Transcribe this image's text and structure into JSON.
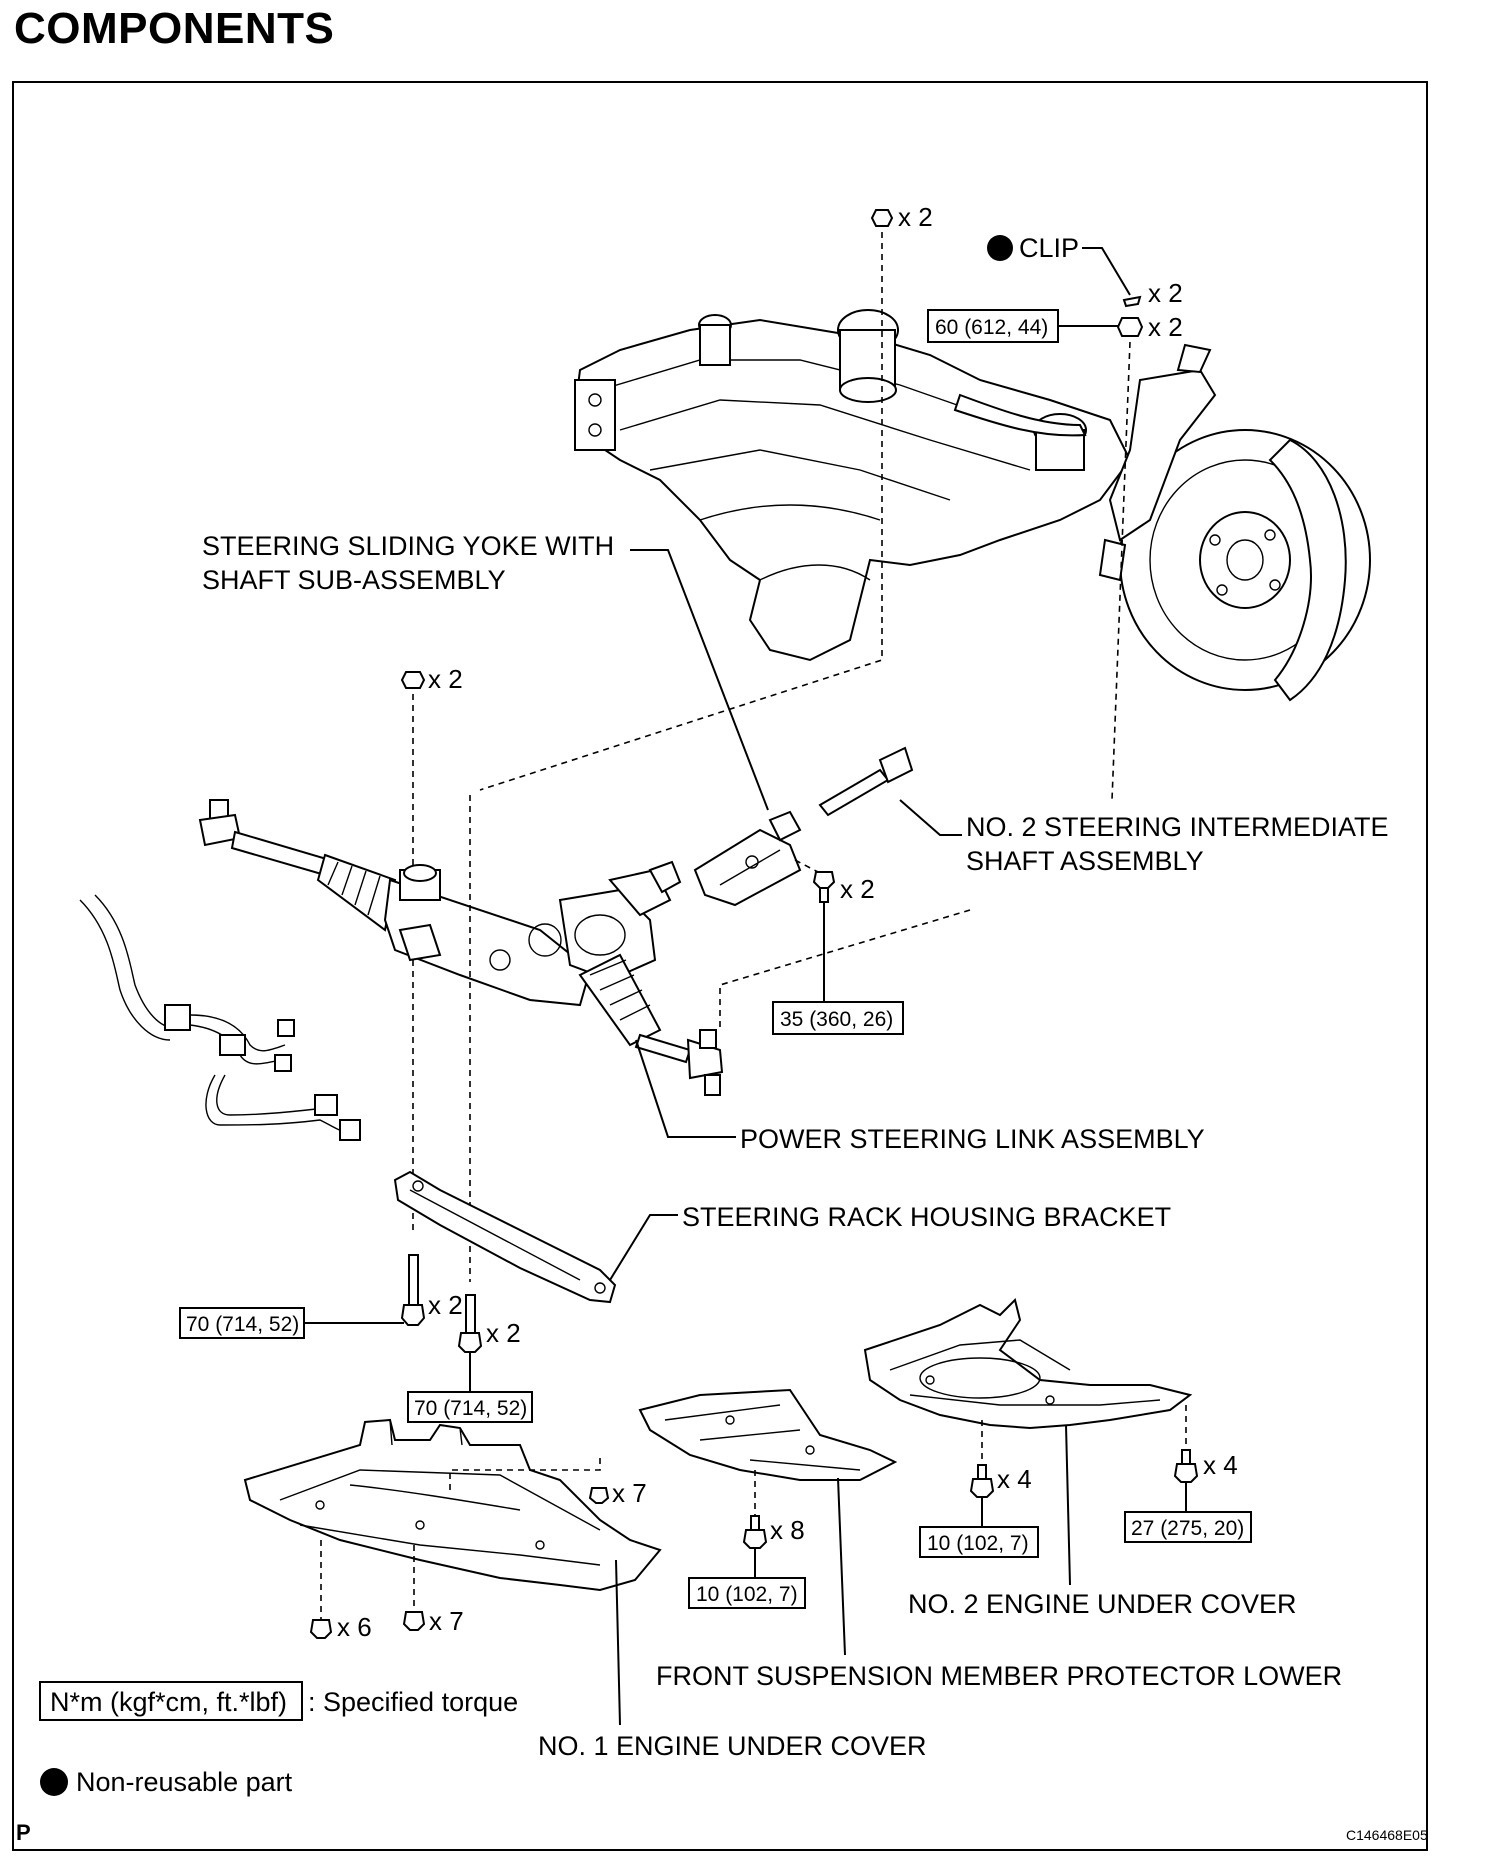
{
  "title": "COMPONENTS",
  "labels": {
    "yoke": [
      "STEERING SLIDING YOKE WITH",
      "SHAFT SUB-ASSEMBLY"
    ],
    "intermediate": [
      "NO. 2 STEERING INTERMEDIATE",
      "SHAFT ASSEMBLY"
    ],
    "link": "POWER STEERING LINK ASSEMBLY",
    "bracket": "STEERING RACK HOUSING BRACKET",
    "cover2": "NO. 2 ENGINE UNDER COVER",
    "protector": "FRONT SUSPENSION MEMBER PROTECTOR LOWER",
    "cover1": "NO. 1 ENGINE UNDER COVER",
    "clip": "CLIP"
  },
  "torque": {
    "t60": "60 (612, 44)",
    "t35": "35 (360, 26)",
    "t70a": "70 (714, 52)",
    "t70b": "70 (714, 52)",
    "t10a": "10 (102, 7)",
    "t10b": "10 (102, 7)",
    "t27": "27 (275, 20)"
  },
  "quantities": {
    "q_top_nut": "x 2",
    "q_clip": "x 2",
    "q_clip_nut": "x 2",
    "q_rack_nut": "x 2",
    "q_yoke_bolt": "x 2",
    "q_bracket_bolt_a": "x 2",
    "q_bracket_bolt_b": "x 2",
    "q_cover1_top": "x 7",
    "q_cover1_left": "x 6",
    "q_cover1_mid": "x 7",
    "q_protector": "x 8",
    "q_cover2_a": "x 4",
    "q_cover2_b": "x 4"
  },
  "legend": {
    "torque_key": "N*m (kgf*cm, ft.*lbf)",
    "torque_desc": ": Specified torque",
    "nonreusable": "Non-reusable part"
  },
  "footer": {
    "left": "P",
    "code": "C146468E05"
  }
}
